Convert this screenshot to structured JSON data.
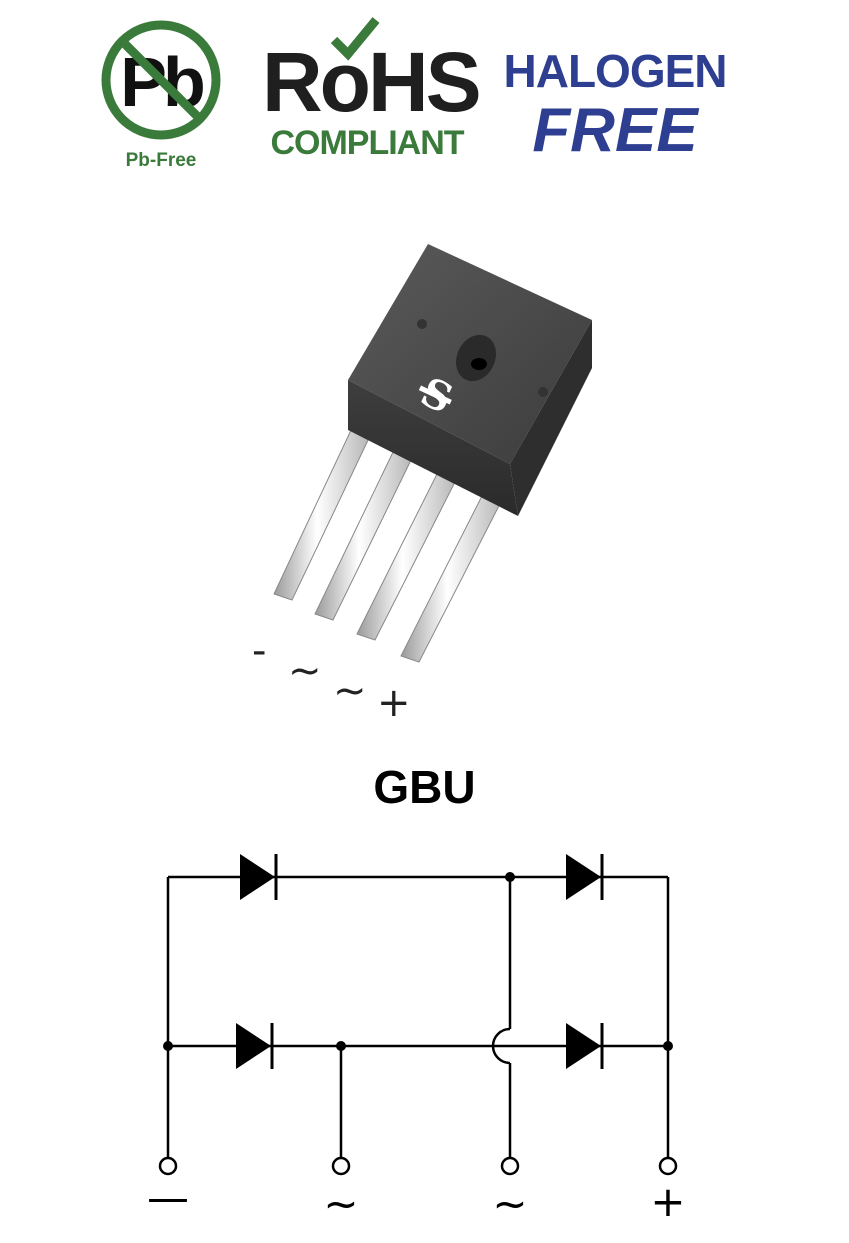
{
  "logos": {
    "pb_free": {
      "symbol": "Pb",
      "caption": "Pb-Free",
      "color": "#3a7a3a"
    },
    "rohs": {
      "main": "RoHS",
      "sub": "COMPLIANT",
      "check_color": "#3a7a3a"
    },
    "halogen_free": {
      "line1": "HALOGEN",
      "line2": "FREE",
      "color": "#2e3f92"
    }
  },
  "package": {
    "pin_labels": [
      "-",
      "~",
      "~",
      "+"
    ],
    "body_color": "#4a4a4a"
  },
  "title": "GBU",
  "schematic": {
    "terminals": [
      "—",
      "~",
      "~",
      "+"
    ]
  }
}
